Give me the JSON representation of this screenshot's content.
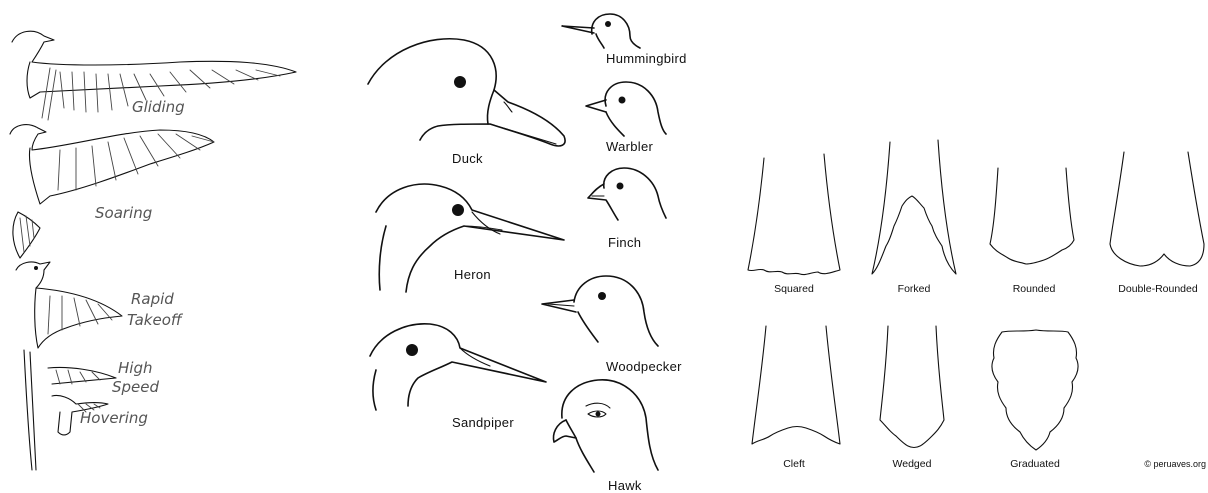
{
  "wing_flight": {
    "labels": [
      "Gliding",
      "Soaring",
      "Rapid",
      "Takeoff",
      "High",
      "Speed",
      "Hovering"
    ]
  },
  "beaks": {
    "labels": [
      "Hummingbird",
      "Duck",
      "Warbler",
      "Finch",
      "Heron",
      "Woodpecker",
      "Sandpiper",
      "Hawk"
    ]
  },
  "tails": {
    "labels": [
      "Squared",
      "Forked",
      "Rounded",
      "Double-Rounded",
      "Cleft",
      "Wedged",
      "Graduated"
    ],
    "copyright": "© peruaves.org"
  }
}
